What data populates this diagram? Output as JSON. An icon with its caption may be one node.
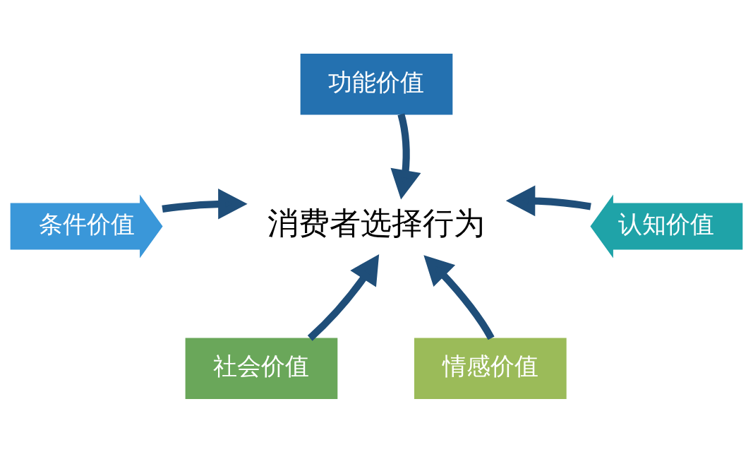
{
  "diagram": {
    "nodes": [
      {
        "text": [
          "功能价值"
        ]
      },
      {
        "text": [
          "条件价值"
        ]
      },
      {
        "text": [
          "消费者选择行为"
        ]
      },
      {
        "text": [
          "认知价值"
        ]
      },
      {
        "text": [
          "社会价值"
        ]
      },
      {
        "text": [
          "情感价值"
        ]
      }
    ],
    "edges": [
      {
        "from": 0,
        "to": 2,
        "arrow": "to"
      },
      {
        "from": 1,
        "to": 2,
        "arrow": "to"
      },
      {
        "from": 3,
        "to": 2,
        "arrow": "to"
      },
      {
        "from": 4,
        "to": 2,
        "arrow": "to"
      },
      {
        "from": 5,
        "to": 2,
        "arrow": "to"
      }
    ]
  }
}
